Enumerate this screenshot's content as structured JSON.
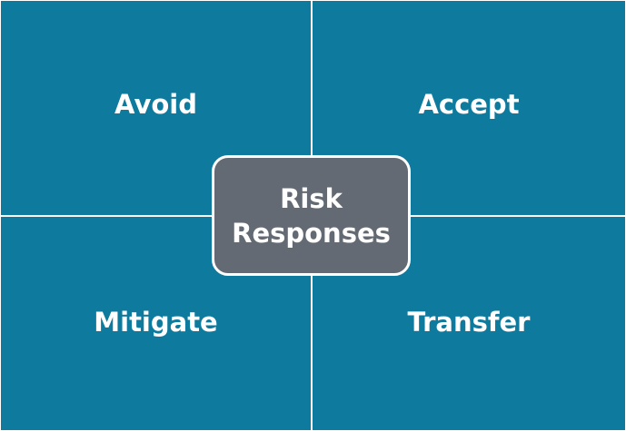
{
  "quadrants": {
    "top_left": "Avoid",
    "top_right": "Accept",
    "bottom_left": "Mitigate",
    "bottom_right": "Transfer"
  },
  "center": {
    "line1": "Risk",
    "line2": "Responses"
  },
  "colors": {
    "quadrant_fill": "#0e7a9e",
    "center_fill": "#636a73",
    "divider": "#ffffff",
    "text": "#ffffff"
  }
}
